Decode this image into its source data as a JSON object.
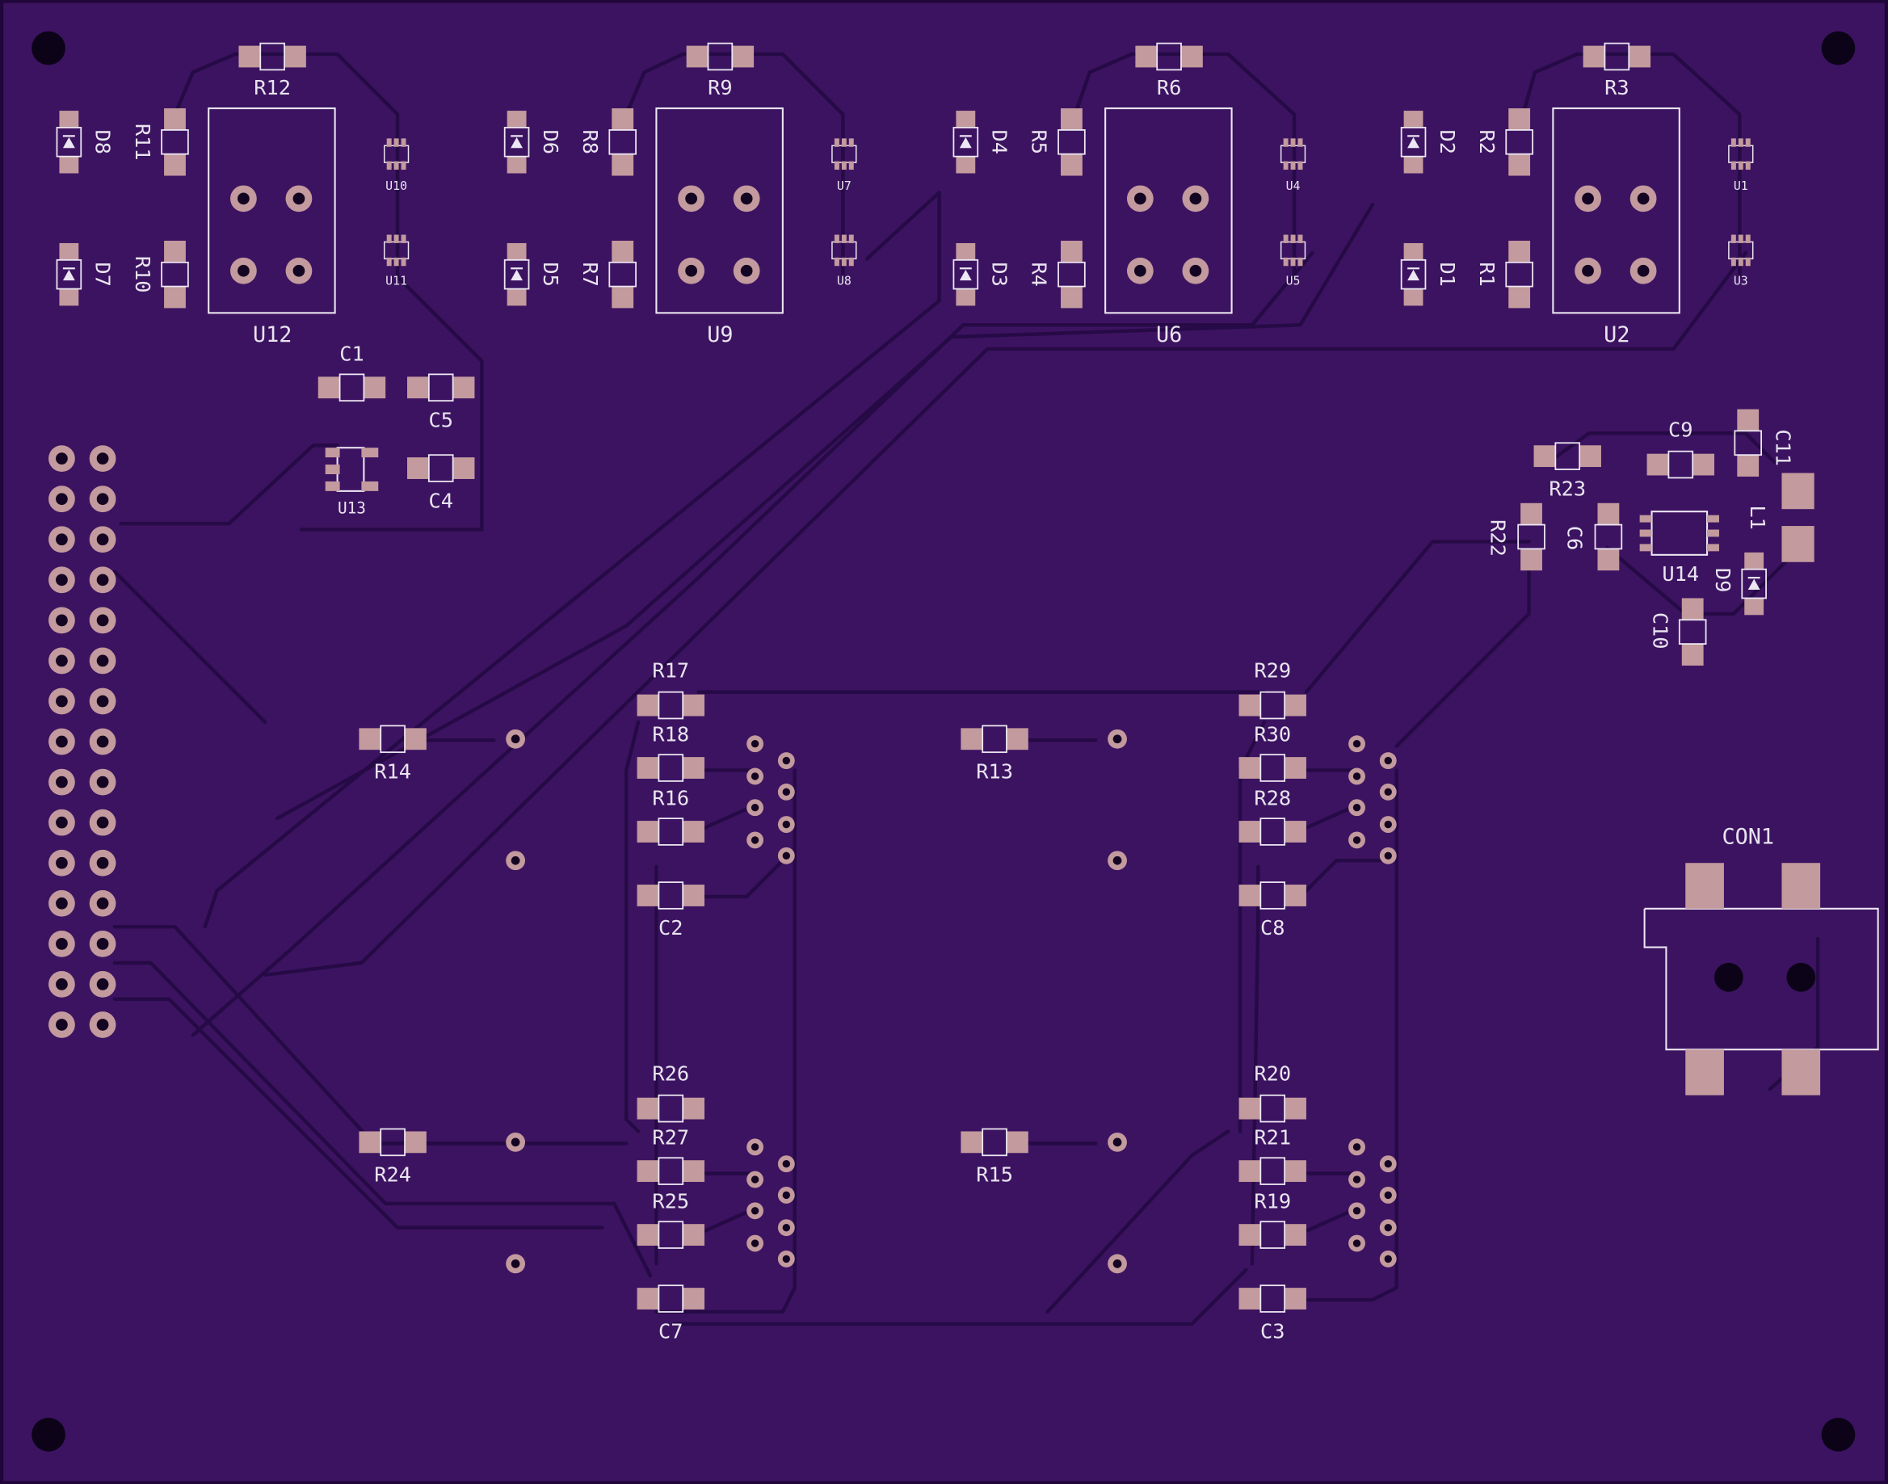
{
  "colors": {
    "board": "#3c1361",
    "edge": "#20063a",
    "trace": "#260a46",
    "pad": "#c39a9d",
    "silk": "#ece6f2",
    "hole": "#140622"
  },
  "labels": {
    "R12": "R12",
    "R9": "R9",
    "R6": "R6",
    "R3": "R3",
    "R11": "R11",
    "R10": "R10",
    "R8": "R8",
    "R7": "R7",
    "R5": "R5",
    "R4": "R4",
    "R2": "R2",
    "R1": "R1",
    "D8": "D8",
    "D7": "D7",
    "D6": "D6",
    "D5": "D5",
    "D4": "D4",
    "D3": "D3",
    "D2": "D2",
    "D1": "D1",
    "U12": "U12",
    "U9": "U9",
    "U6": "U6",
    "U2": "U2",
    "U10": "U10",
    "U11": "U11",
    "U7": "U7",
    "U8": "U8",
    "U4": "U4",
    "U5": "U5",
    "U1": "U1",
    "U3": "U3",
    "C1": "C1",
    "C5": "C5",
    "C4": "C4",
    "U13": "U13",
    "R23": "R23",
    "C9": "C9",
    "C11": "C11",
    "R22": "R22",
    "C6": "C6",
    "L1": "L1",
    "U14": "U14",
    "D9": "D9",
    "C10": "C10",
    "R17": "R17",
    "R18": "R18",
    "R16": "R16",
    "C2": "C2",
    "R29": "R29",
    "R30": "R30",
    "R28": "R28",
    "C8": "C8",
    "R14": "R14",
    "R13": "R13",
    "R26": "R26",
    "R27": "R27",
    "R25": "R25",
    "C7": "C7",
    "R20": "R20",
    "R21": "R21",
    "R19": "R19",
    "C3": "C3",
    "R24": "R24",
    "R15": "R15",
    "CON1": "CON1"
  }
}
